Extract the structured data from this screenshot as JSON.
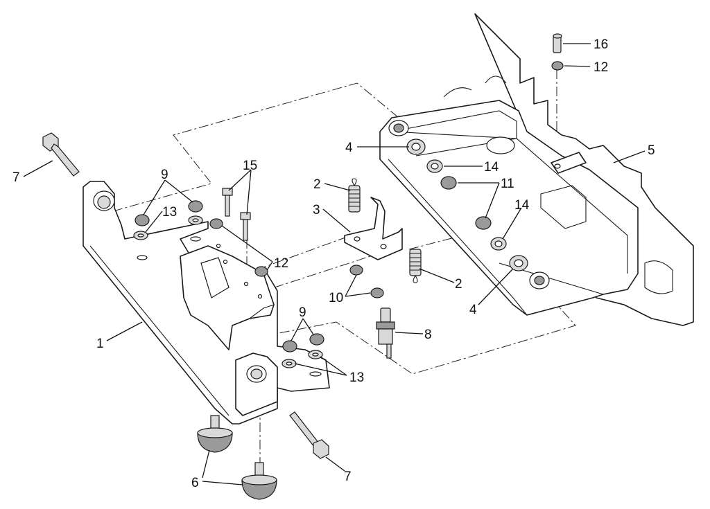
{
  "callouts": [
    {
      "id": "c1",
      "text": "1"
    },
    {
      "id": "c2a",
      "text": "2"
    },
    {
      "id": "c2b",
      "text": "2"
    },
    {
      "id": "c3",
      "text": "3"
    },
    {
      "id": "c4a",
      "text": "4"
    },
    {
      "id": "c4b",
      "text": "4"
    },
    {
      "id": "c5",
      "text": "5"
    },
    {
      "id": "c6",
      "text": "6"
    },
    {
      "id": "c7a",
      "text": "7"
    },
    {
      "id": "c7b",
      "text": "7"
    },
    {
      "id": "c8",
      "text": "8"
    },
    {
      "id": "c9a",
      "text": "9"
    },
    {
      "id": "c9b",
      "text": "9"
    },
    {
      "id": "c10",
      "text": "10"
    },
    {
      "id": "c11",
      "text": "11"
    },
    {
      "id": "c12a",
      "text": "12"
    },
    {
      "id": "c12b",
      "text": "12"
    },
    {
      "id": "c13a",
      "text": "13"
    },
    {
      "id": "c13b",
      "text": "13"
    },
    {
      "id": "c14a",
      "text": "14"
    },
    {
      "id": "c14b",
      "text": "14"
    },
    {
      "id": "c15",
      "text": "15"
    },
    {
      "id": "c16",
      "text": "16"
    }
  ]
}
